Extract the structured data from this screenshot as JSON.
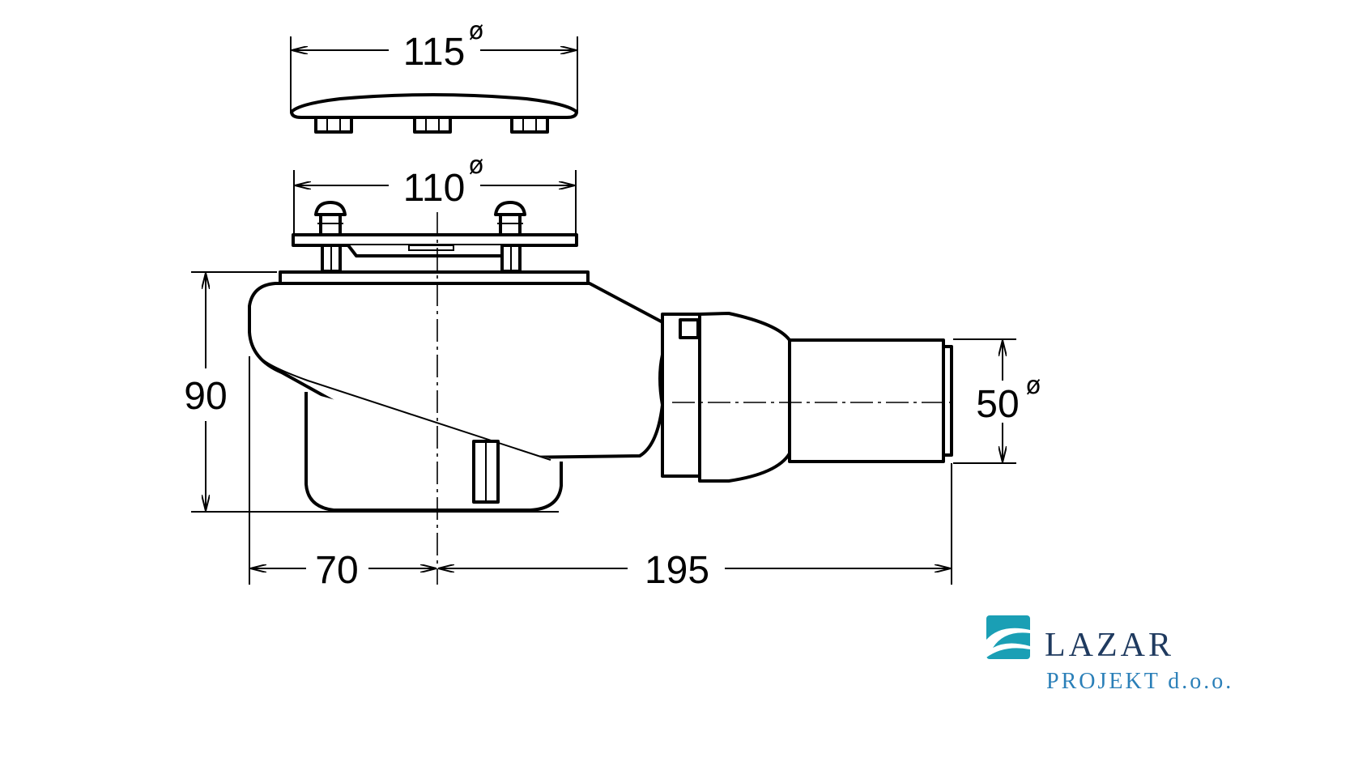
{
  "dimensions": {
    "cover_diameter": "115",
    "grate_diameter": "110",
    "height": "90",
    "outlet_diameter": "50",
    "center_offset": "70",
    "length": "195",
    "diameter_symbol": "ø"
  },
  "logo": {
    "line1": "LAZAR",
    "line2": "PROJEKT d.o.o.",
    "color_primary": "#1f3a5f",
    "color_secondary": "#2a7fb8",
    "color_mark": "#1a9fb5"
  }
}
